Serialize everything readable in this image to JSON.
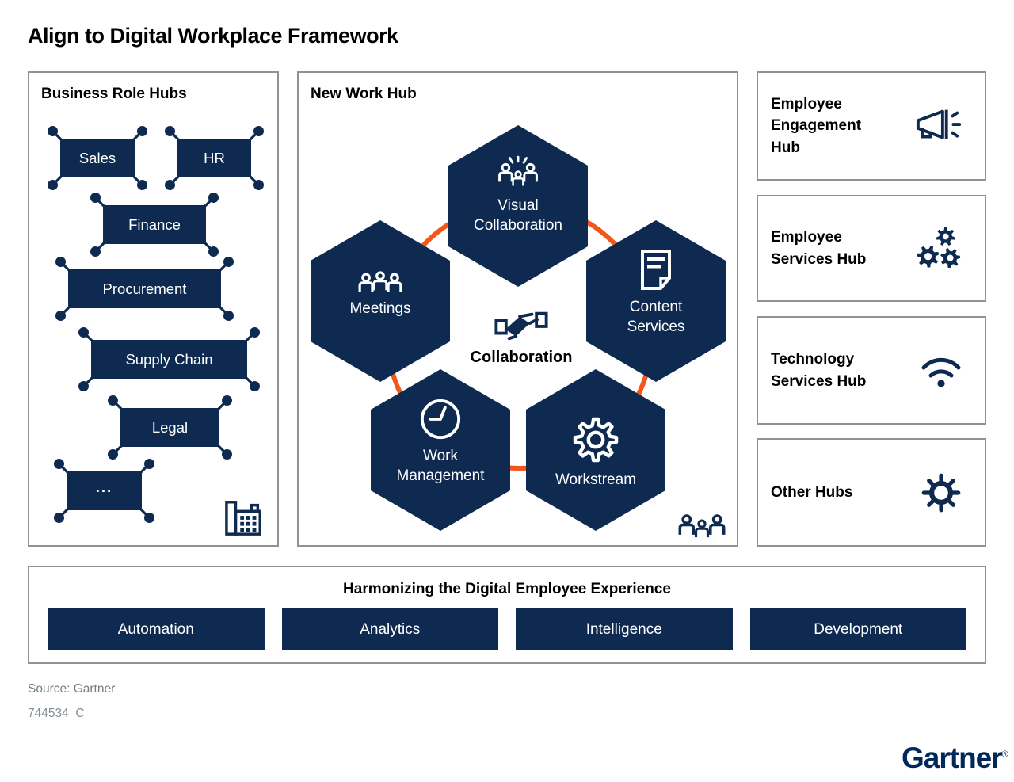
{
  "title": "Align to Digital Workplace Framework",
  "colors": {
    "navy": "#0E2A50",
    "orange": "#F4561A",
    "logo_navy": "#00295A",
    "border_gray": "#8D9399"
  },
  "business_role_hubs": {
    "title": "Business Role Hubs",
    "chips": [
      {
        "label": "Sales"
      },
      {
        "label": "HR"
      },
      {
        "label": "Finance"
      },
      {
        "label": "Procurement"
      },
      {
        "label": "Supply Chain"
      },
      {
        "label": "Legal"
      },
      {
        "label": "..."
      }
    ],
    "corner_icon": "building-icon"
  },
  "new_work_hub": {
    "title": "New Work Hub",
    "center": {
      "label": "Collaboration",
      "icon": "handshake-icon"
    },
    "hexagons": [
      {
        "label": "Visual Collaboration",
        "icon": "people-rays-icon"
      },
      {
        "label": "Meetings",
        "icon": "audience-icon"
      },
      {
        "label": "Content Services",
        "icon": "document-icon"
      },
      {
        "label": "Work Management",
        "icon": "clock-icon"
      },
      {
        "label": "Workstream",
        "icon": "gear-icon"
      }
    ],
    "corner_icon": "people-icon"
  },
  "hubs": [
    {
      "label": "Employee Engagement Hub",
      "icon": "megaphone-icon"
    },
    {
      "label": "Employee Services Hub",
      "icon": "gears-icon"
    },
    {
      "label": "Technology Services Hub",
      "icon": "wifi-icon"
    },
    {
      "label": "Other Hubs",
      "icon": "cog-icon"
    }
  ],
  "harmonizing": {
    "title": "Harmonizing the Digital Employee Experience",
    "buttons": [
      {
        "label": "Automation"
      },
      {
        "label": "Analytics"
      },
      {
        "label": "Intelligence"
      },
      {
        "label": "Development"
      }
    ]
  },
  "footer": {
    "source": "Source: Gartner",
    "id": "744534_C",
    "logo": "Gartner",
    "reg": "®"
  }
}
